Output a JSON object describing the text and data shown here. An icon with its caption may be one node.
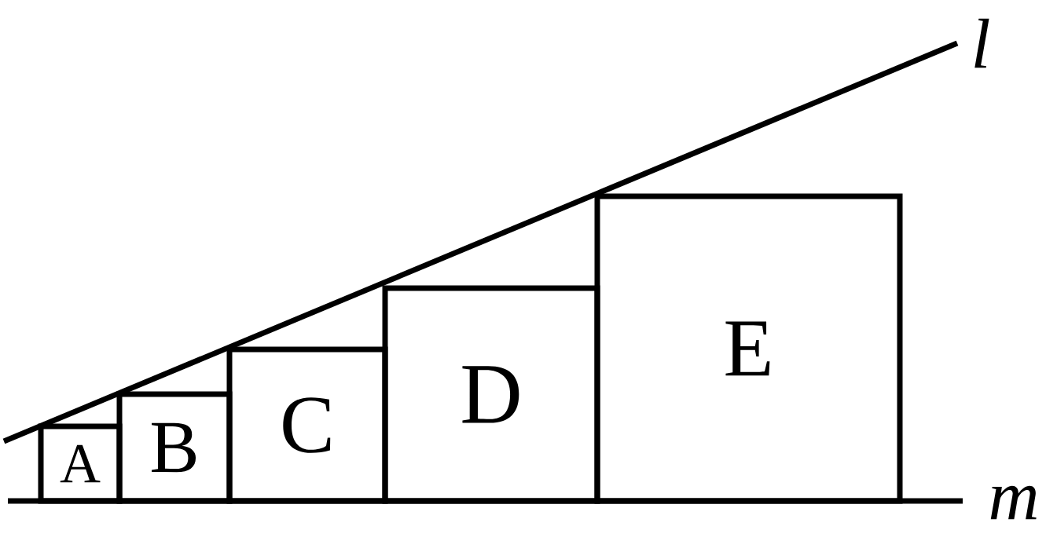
{
  "diagram": {
    "nodes": [
      {
        "text": [
          "A"
        ]
      },
      {
        "text": [
          "B"
        ]
      },
      {
        "text": [
          "C"
        ]
      },
      {
        "text": [
          "D"
        ]
      },
      {
        "text": [
          "E"
        ]
      }
    ],
    "labels": [
      "l",
      "m"
    ]
  }
}
